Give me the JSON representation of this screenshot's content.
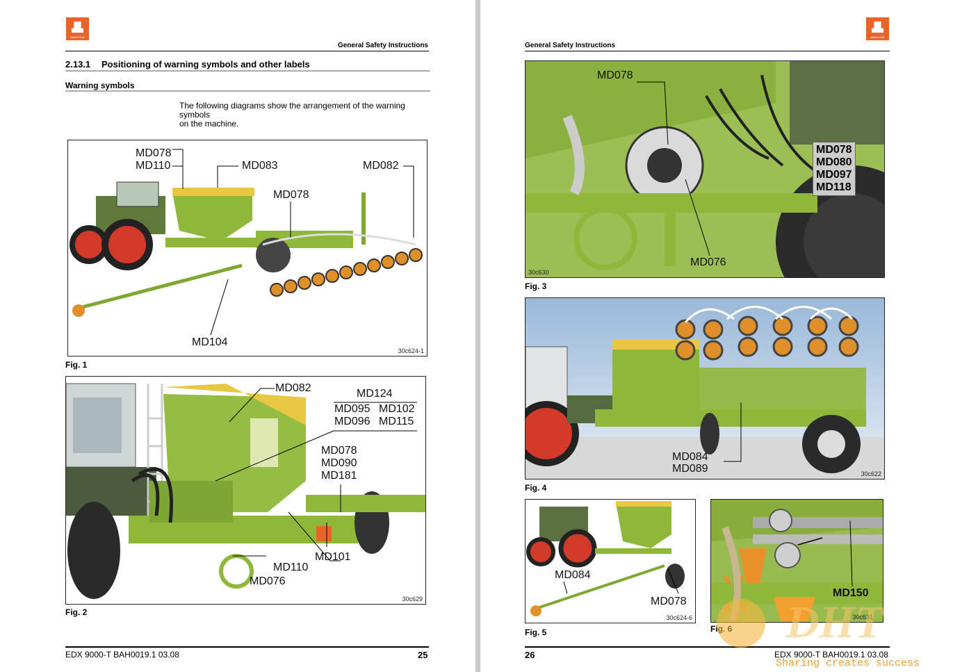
{
  "left_page": {
    "header": "General Safety Instructions",
    "section_number": "2.13.1",
    "section_title": "Positioning of warning symbols and other labels",
    "subheading": "Warning symbols",
    "intro_line1": "The following diagrams show the arrangement of the warning symbols",
    "intro_line2": "on the machine.",
    "fig1": {
      "caption": "Fig. 1",
      "code": "30c624-1",
      "labels": [
        "MD078",
        "MD110",
        "MD083",
        "MD082",
        "MD078",
        "MD104"
      ]
    },
    "fig2": {
      "caption": "Fig. 2",
      "code": "30c629",
      "labels": [
        "MD082",
        "MD124",
        "MD095",
        "MD102",
        "MD096",
        "MD115",
        "MD078",
        "MD090",
        "MD181",
        "MD110",
        "MD101",
        "MD076"
      ]
    },
    "footer_doc": "EDX 9000-T  BAH0019.1  03.08",
    "page_number": "25"
  },
  "right_page": {
    "header": "General Safety Instructions",
    "fig3": {
      "caption": "Fig. 3",
      "code": "30c630",
      "labels": [
        "MD078",
        "MD076"
      ],
      "box_labels": [
        "MD078",
        "MD080",
        "MD097",
        "MD118"
      ]
    },
    "fig4": {
      "caption": "Fig. 4",
      "code": "30c622",
      "labels": [
        "MD084",
        "MD089"
      ]
    },
    "fig5": {
      "caption": "Fig. 5",
      "code": "30c624-6",
      "labels": [
        "MD084",
        "MD078"
      ]
    },
    "fig6": {
      "caption": "Fig. 6",
      "code": "30c631",
      "labels": [
        "MD150"
      ]
    },
    "footer_doc": "EDX 9000-T  BAH0019.1  03.08",
    "page_number": "26"
  },
  "logo_text": "AMAZONE",
  "watermark": {
    "text": "DHT",
    "tagline": "Sharing creates success"
  },
  "colors": {
    "brand_orange": "#e8642b",
    "machine_green": "#8fb83a",
    "hopper_yellow": "#e8c840",
    "tractor_red": "#d23a2a"
  }
}
